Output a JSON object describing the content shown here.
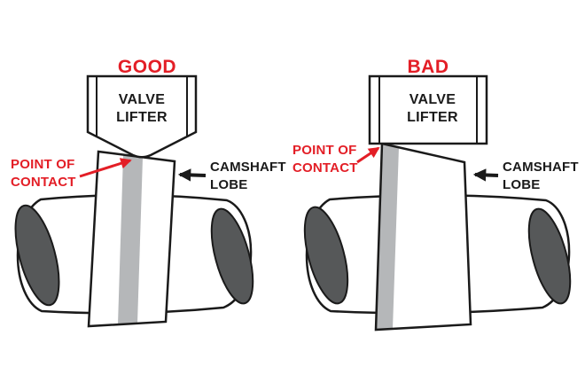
{
  "good": {
    "title": "GOOD",
    "lifter_line1": "VALVE",
    "lifter_line2": "LIFTER",
    "contact_line1": "POINT OF",
    "contact_line2": "CONTACT",
    "lobe_line1": "CAMSHAFT",
    "lobe_line2": "LOBE"
  },
  "bad": {
    "title": "BAD",
    "lifter_line1": "VALVE",
    "lifter_line2": "LIFTER",
    "contact_line1": "POINT OF",
    "contact_line2": "CONTACT",
    "lobe_line1": "CAMSHAFT",
    "lobe_line2": "LOBE"
  },
  "colors": {
    "label_red": "#e31e26",
    "line_black": "#1a1a1a",
    "lobe_stripe_gray": "#b5b7b9",
    "shaft_end_gray": "#565859",
    "background": "#ffffff"
  }
}
